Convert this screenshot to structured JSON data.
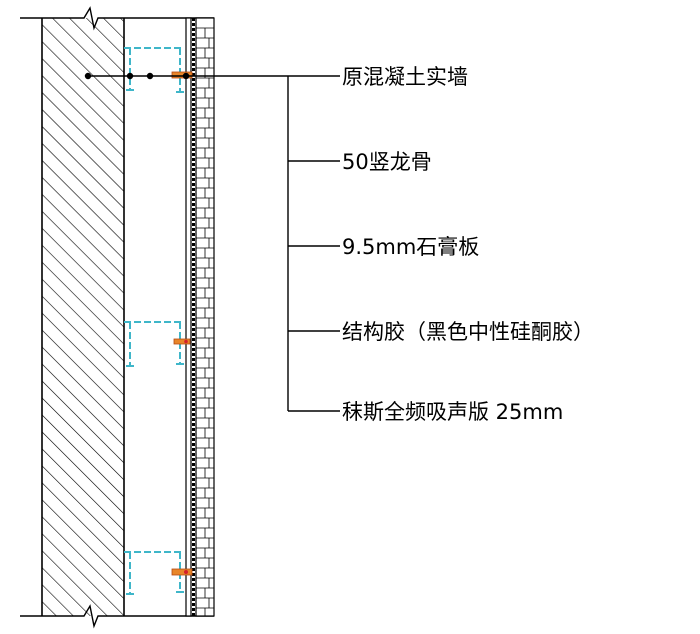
{
  "colors": {
    "line": "#000000",
    "stud": "#3fb6c9",
    "fastener": "#e8862a",
    "fastener_core": "#d4202a"
  },
  "labels": [
    {
      "id": "concrete-wall-label",
      "text": "原混凝土实墙"
    },
    {
      "id": "stud-label",
      "text": "50竖龙骨"
    },
    {
      "id": "gypsum-board-label",
      "text": "9.5mm石膏板"
    },
    {
      "id": "adhesive-label",
      "text": "结构胶（黑色中性硅酮胶）"
    },
    {
      "id": "acoustic-panel-label",
      "text": "秣斯全频吸声版 25mm"
    }
  ]
}
